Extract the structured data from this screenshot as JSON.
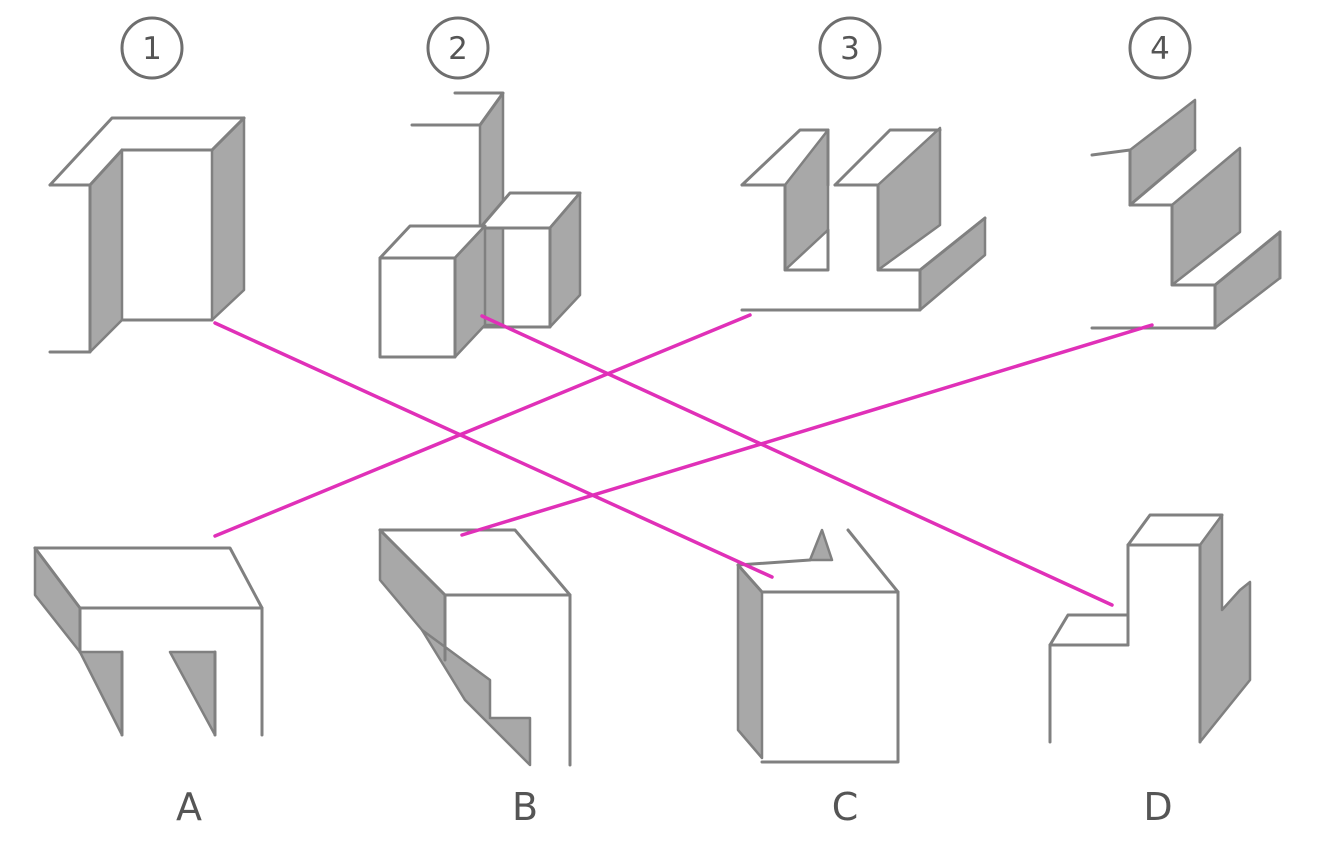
{
  "figure": {
    "top_labels": [
      "1",
      "2",
      "3",
      "4"
    ],
    "bottom_labels": [
      "A",
      "B",
      "C",
      "D"
    ],
    "connections": [
      {
        "from": "1",
        "to": "C"
      },
      {
        "from": "2",
        "to": "D"
      },
      {
        "from": "3",
        "to": "A"
      },
      {
        "from": "4",
        "to": "B"
      }
    ],
    "colors": {
      "connector": "#e030b8",
      "shading": "#a8a8a8",
      "outline": "#808080",
      "label": "#555555"
    }
  }
}
